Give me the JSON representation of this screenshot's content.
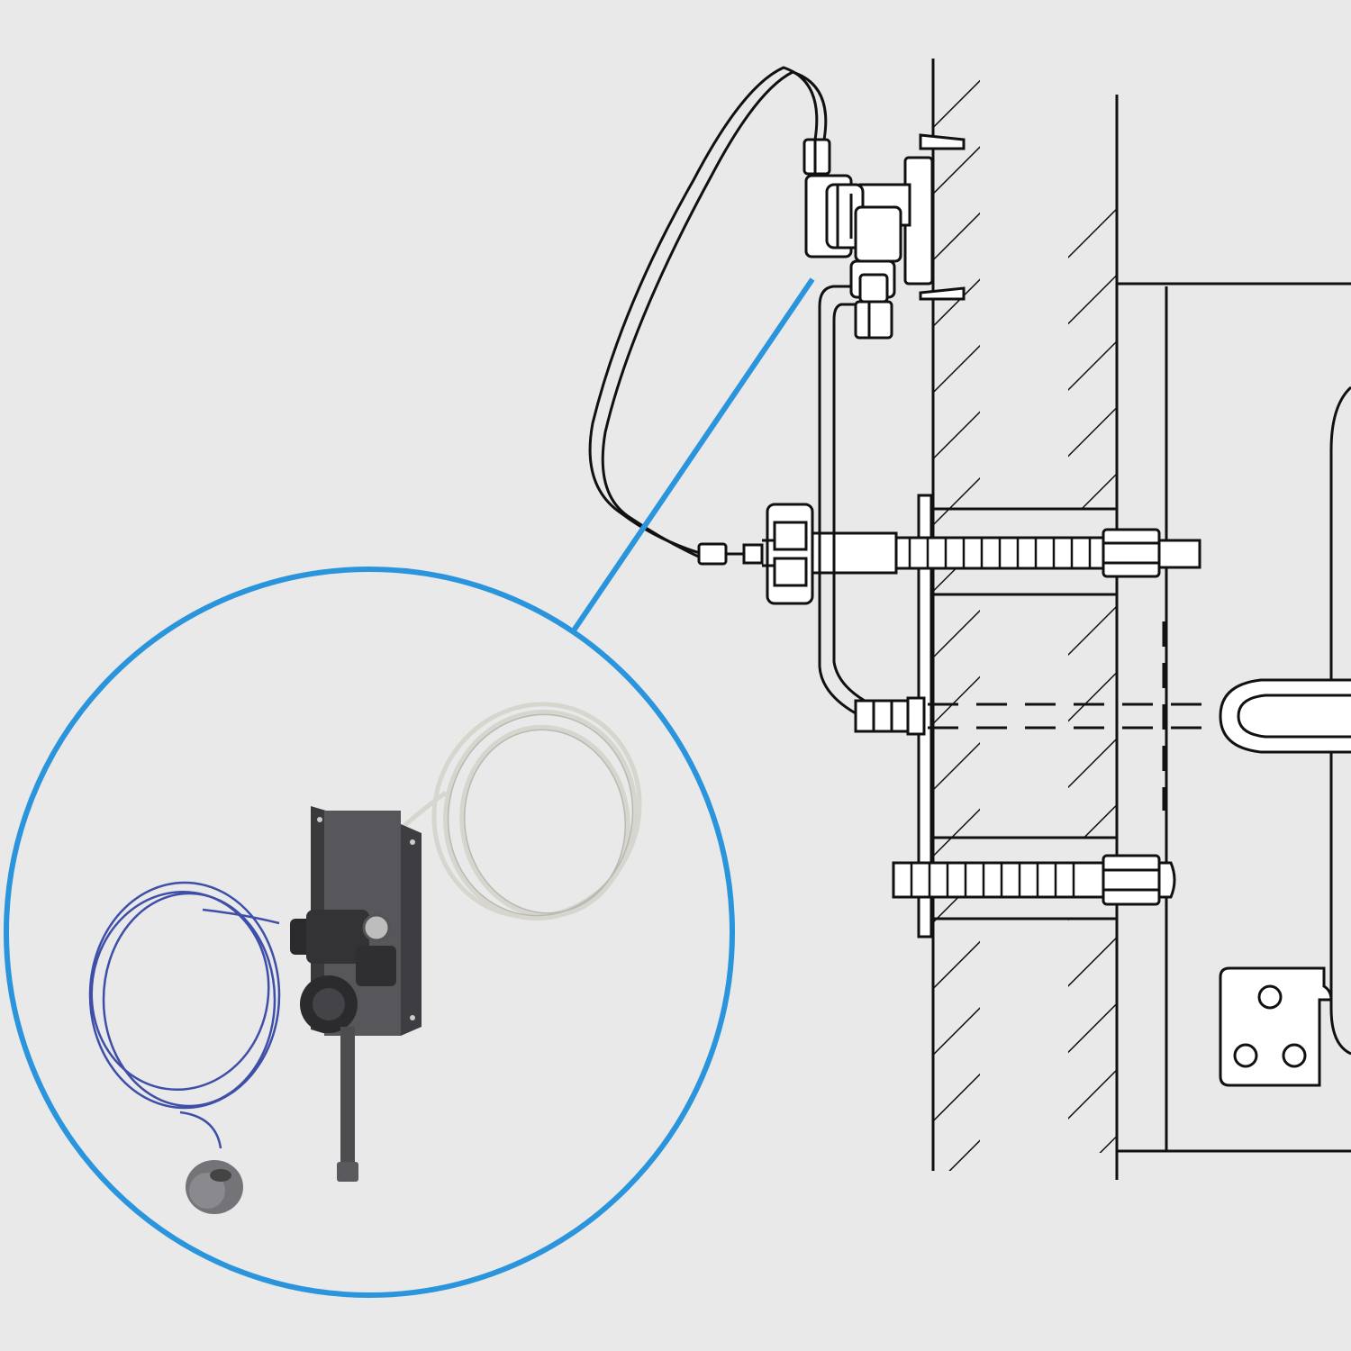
{
  "figure": {
    "background": "#e9e9e9",
    "line_color": "#111111",
    "callout_color": "#2a95dc",
    "components": {
      "wall": "hatched-wall-section",
      "flush_valve": "flush-valve-assembly",
      "sensor_cable": "sensor-cable-loop",
      "supply_pipe": "water-supply-pipe",
      "anchor_bolts": "threaded-anchor-bolts",
      "urinal": "urinal-fixture-outline",
      "callout": "detail-callout-circle",
      "kit_photo": "flush-valve-kit-illustration",
      "mounting_plate": "mounting-plate",
      "white_tubing": "white-tubing-coil",
      "blue_wire": "blue-sensor-wire-coil",
      "sensor_eye": "infrared-sensor-eye"
    }
  }
}
